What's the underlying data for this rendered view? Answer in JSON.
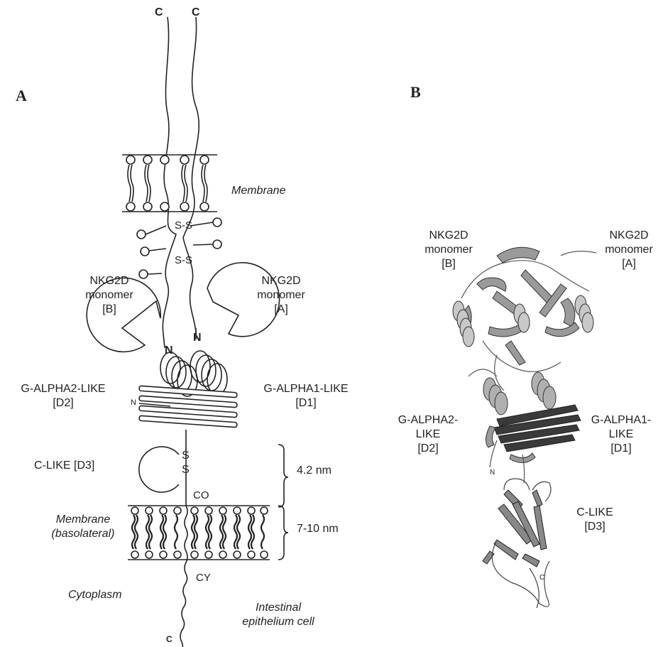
{
  "panels": {
    "a": "A",
    "b": "B"
  },
  "panel_a": {
    "c_top_left": "C",
    "c_top_right": "C",
    "membrane_top": "Membrane",
    "ss_upper": "S-S",
    "ss_lower": "S-S",
    "monomer_b": [
      "NKG2D",
      "monomer",
      "[B]"
    ],
    "monomer_a": [
      "NKG2D",
      "monomer",
      "[A]"
    ],
    "n_left": "N",
    "n_right": "N",
    "n_small": "N",
    "alpha2": [
      "G-ALPHA2-LIKE",
      "[D2]"
    ],
    "alpha1": [
      "G-ALPHA1-LIKE",
      "[D1]"
    ],
    "s_top": "S",
    "s_bottom": "S",
    "clike": "C-LIKE [D3]",
    "co": "CO",
    "dim_upper": "4.2 nm",
    "dim_lower": "7-10 nm",
    "membrane_bottom": [
      "Membrane",
      "(basolateral)"
    ],
    "cy": "CY",
    "cytoplasm": "Cytoplasm",
    "intestinal": [
      "Intestinal",
      "epithelium cell"
    ],
    "c_bottom": "C"
  },
  "panel_b": {
    "monomer_b": [
      "NKG2D",
      "monomer",
      "[B]"
    ],
    "monomer_a": [
      "NKG2D",
      "monomer",
      "[A]"
    ],
    "alpha2": [
      "G-ALPHA2-",
      "LIKE",
      "[D2]"
    ],
    "alpha1": [
      "G-ALPHA1-",
      "LIKE",
      "[D1]"
    ],
    "n_label": "N",
    "c_label": "C",
    "clike": [
      "C-LIKE",
      "[D3]"
    ]
  }
}
